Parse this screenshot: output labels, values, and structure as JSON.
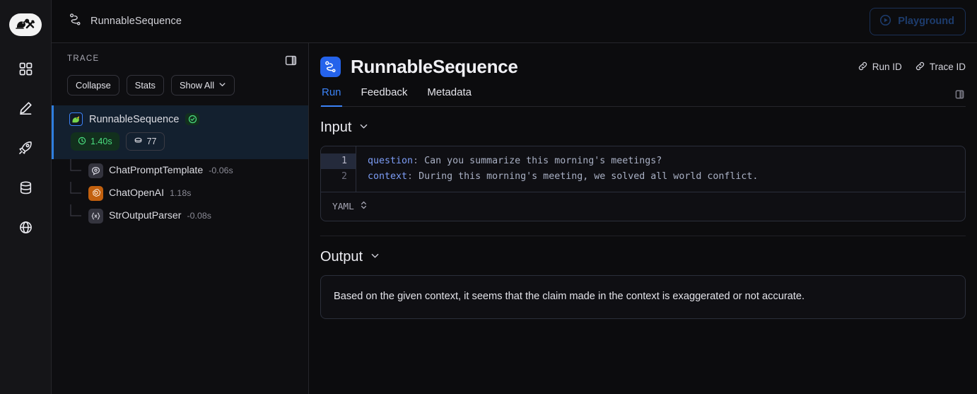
{
  "rail": {
    "logo_icon": "langsmith-parrot-hammer-logo",
    "items": [
      {
        "icon": "grid-dashboard-icon",
        "name": "dashboard"
      },
      {
        "icon": "pencil-prompt-icon",
        "name": "prompts"
      },
      {
        "icon": "rocket-deployments-icon",
        "name": "deployments"
      },
      {
        "icon": "database-datasets-icon",
        "name": "datasets"
      },
      {
        "icon": "globe-icon",
        "name": "globe"
      }
    ]
  },
  "topbar": {
    "breadcrumb_icon": "sequence-nodes-icon",
    "breadcrumb": "RunnableSequence",
    "playground_label": "Playground",
    "playground_icon": "play-circle-icon"
  },
  "trace": {
    "label": "TRACE",
    "panel_toggle_icon": "panel-collapse-icon",
    "tools": [
      {
        "label": "Collapse",
        "name": "collapse-button",
        "chevron": false
      },
      {
        "label": "Stats",
        "name": "stats-button",
        "chevron": false
      },
      {
        "label": "Show All",
        "name": "show-all-button",
        "chevron": true
      }
    ],
    "root": {
      "name": "RunnableSequence",
      "icon": "langchain-parrot-icon",
      "status_icon": "check-circle-icon",
      "duration": "1.40s",
      "duration_icon": "clock-icon",
      "tokens": "77",
      "tokens_icon": "coins-icon"
    },
    "children": [
      {
        "name": "ChatPromptTemplate",
        "time": "-0.06s",
        "icon": "chat-prompt-icon",
        "icon_style": "gray"
      },
      {
        "name": "ChatOpenAI",
        "time": "1.18s",
        "icon": "openai-logo-icon",
        "icon_style": "orange"
      },
      {
        "name": "StrOutputParser",
        "time": "-0.08s",
        "icon": "braces-parser-icon",
        "icon_style": "gray"
      }
    ]
  },
  "main": {
    "title": "RunnableSequence",
    "title_icon": "sequence-nodes-icon",
    "id_links": [
      {
        "label": "Run ID",
        "icon": "link-icon"
      },
      {
        "label": "Trace ID",
        "icon": "link-icon"
      }
    ],
    "tabs": [
      {
        "label": "Run",
        "active": true
      },
      {
        "label": "Feedback",
        "active": false
      },
      {
        "label": "Metadata",
        "active": false
      }
    ],
    "tabs_right_icon": "panel-collapse-icon",
    "input": {
      "title": "Input",
      "chevron_icon": "chevron-down-icon",
      "lines": [
        {
          "no": "1",
          "key": "question",
          "sep": ":",
          "value": " Can you summarize this morning's meetings?",
          "current": true
        },
        {
          "no": "2",
          "key": "context",
          "sep": ":",
          "value": " During this morning's meeting, we solved all world conflict.",
          "current": false
        }
      ],
      "language": "YAML",
      "language_icon": "chevron-updown-icon"
    },
    "output": {
      "title": "Output",
      "chevron_icon": "chevron-down-icon",
      "text": "Based on the given context, it seems that the claim made in the context is exaggerated or not accurate."
    }
  },
  "colors": {
    "accent_blue": "#3b82f6",
    "success_green": "#4ade80",
    "openai_orange": "#c2600e",
    "bg": "#0c0c0e",
    "panel_bg": "#0e0e11",
    "selected_row": "#13202f",
    "border": "#26262b"
  }
}
